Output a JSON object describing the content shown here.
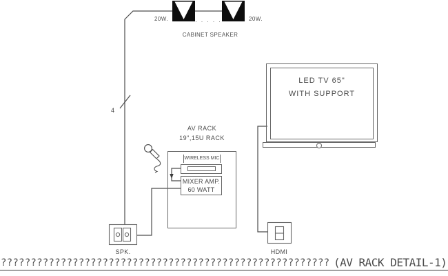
{
  "colors": {
    "wire_line": "#4d4d4d",
    "box_outline": "#666666",
    "text": "#4a4a4a",
    "speaker_fill": "#0d0d0d",
    "background": "#ffffff"
  },
  "speakers": {
    "left_wattage": "20W.",
    "right_wattage": "20W.",
    "separator_dots": ". . . . .",
    "caption": "CABINET SPEAKER"
  },
  "wiring": {
    "conductor_count": "4"
  },
  "tv": {
    "line1": "LED TV 65\"",
    "line2": "WITH SUPPORT"
  },
  "rack": {
    "title_line1": "AV RACK",
    "title_line2": "19\",15U RACK",
    "wireless_mic_label": "WIRELESS MIC",
    "mixer_line1": "MIXER AMP.",
    "mixer_line2": "60 WATT"
  },
  "outlets": {
    "speaker_label": "SPK.",
    "hdmi_label": "HDMI"
  },
  "footer": {
    "garbled_text": "???????????????????????????????????????????????????????",
    "title": "(AV RACK DETAIL-1)"
  }
}
